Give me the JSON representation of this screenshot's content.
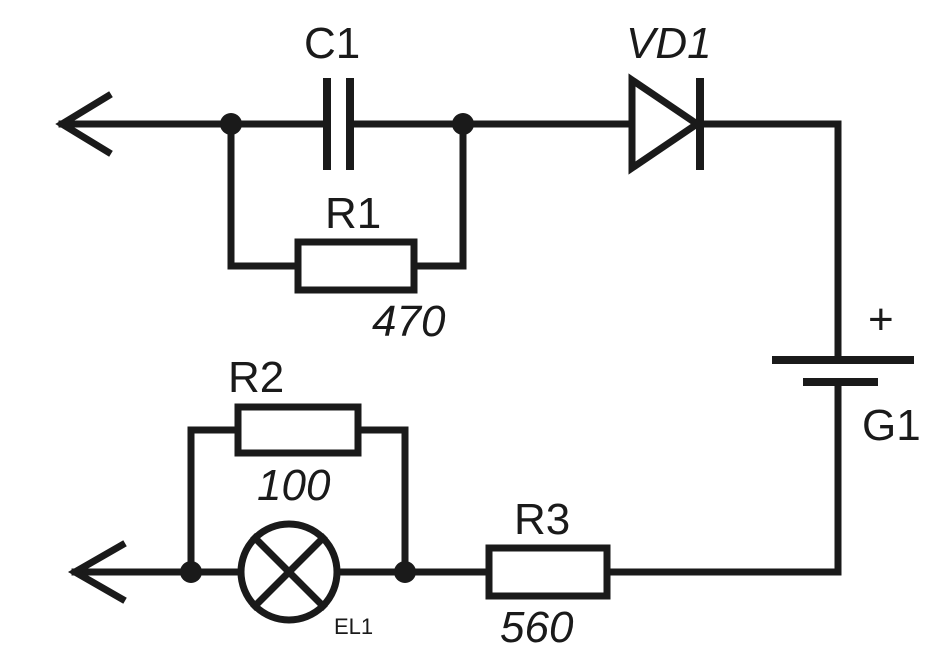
{
  "diagram": {
    "components": {
      "c1": {
        "ref": "C1"
      },
      "vd1": {
        "ref": "VD1"
      },
      "r1": {
        "ref": "R1",
        "value": "470"
      },
      "r2": {
        "ref": "R2",
        "value": "100"
      },
      "r3": {
        "ref": "R3",
        "value": "560"
      },
      "g1": {
        "ref": "G1",
        "polarity": "+"
      },
      "el1": {
        "ref": "EL1"
      }
    }
  }
}
